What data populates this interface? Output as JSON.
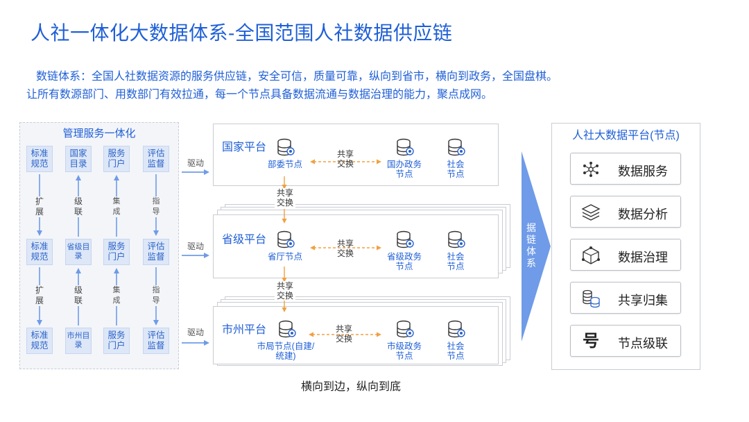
{
  "title": "人社一体化大数据体系-全国范围人社数据供应链",
  "desc_line1": "数链体系：全国人社数据资源的服务供应链，安全可信，质量可靠，纵向到省市，横向到政务，全国盘棋。",
  "desc_line2": "让所有数源部门、用数部门有效拉通，每一个节点具备数据流通与数据治理的能力，聚点成网。",
  "management": {
    "title": "管理服务一体化",
    "rows": [
      [
        "标准规范",
        "国家目录",
        "服务门户",
        "评估监督"
      ],
      [
        "标准规范",
        "省级目录",
        "服务门户",
        "评估监督"
      ],
      [
        "标准规范",
        "市州目录",
        "服务门户",
        "评估监督"
      ]
    ],
    "links": [
      "扩展",
      "级联",
      "集成",
      "指导"
    ]
  },
  "drive_label": "驱动",
  "exchange_label": "共享交换",
  "platforms": [
    {
      "name": "国家平台",
      "node1": "部委节点",
      "node2": "国办政务节点",
      "node3": "社会节点"
    },
    {
      "name": "省级平台",
      "node1": "省厅节点",
      "node2": "省级政务节点",
      "node3": "社会节点"
    },
    {
      "name": "市州平台",
      "node1": "市局节点(自建/统建)",
      "node2": "市级政务节点",
      "node3": "社会节点"
    }
  ],
  "chain_label": "据链体系",
  "right_panel": {
    "title": "人社大数据平台(节点)",
    "items": [
      {
        "label": "数据服务",
        "icon": "network-icon"
      },
      {
        "label": "数据分析",
        "icon": "layers-icon"
      },
      {
        "label": "数据治理",
        "icon": "cube-icon"
      },
      {
        "label": "共享归集",
        "icon": "database-icon"
      },
      {
        "label": "节点级联",
        "icon": "hao-glyph-icon",
        "glyph": "号"
      }
    ]
  },
  "footer": "横向到边，纵向到底",
  "colors": {
    "accent": "#1f5fd6",
    "arrow": "#6f9be8",
    "dashed": "#f0a040",
    "tile": "#dde7f7"
  }
}
